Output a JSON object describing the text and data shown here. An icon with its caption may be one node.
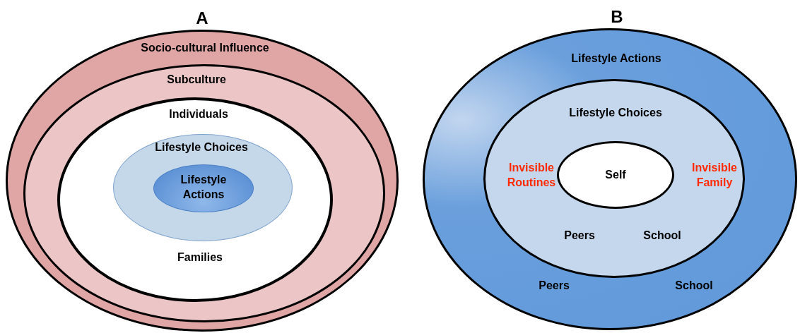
{
  "diagram": {
    "nodes": [
      {
        "text": [
          "Socio-cultural Influence"
        ]
      },
      {
        "text": [
          "Subculture"
        ],
        "in": 0
      },
      {
        "text": [
          "Individuals",
          "Families"
        ],
        "in": 1
      },
      {
        "text": [
          "Lifestyle Choices"
        ],
        "in": 2
      },
      {
        "text": [
          "Lifestyle Actions"
        ],
        "in": 3
      },
      {
        "text": [
          "Lifestyle Actions",
          "Peers",
          "School"
        ]
      },
      {
        "text": [
          "Lifestyle Choices",
          "Invisible Routines",
          "Invisible Family",
          "Peers",
          "School"
        ],
        "in": 5
      },
      {
        "text": [
          "Self"
        ],
        "in": 6
      }
    ],
    "labels": [
      "A",
      "B"
    ]
  }
}
